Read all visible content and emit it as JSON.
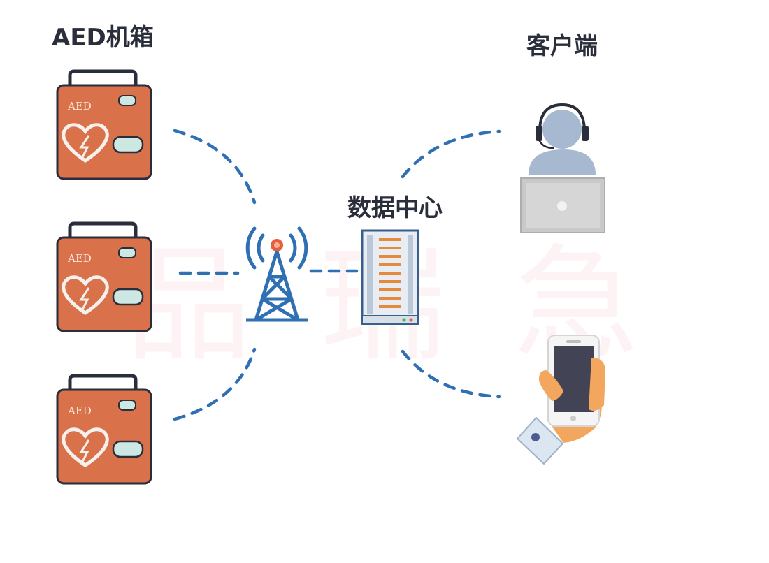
{
  "diagram": {
    "aed_heading": "AED机箱",
    "client_heading": "客户端",
    "data_center_label": "数据中心",
    "aed_box_text": "AED",
    "watermark": "品 瑞 急 救"
  },
  "icons": {
    "aed_box": "aed-box-icon",
    "tower": "signal-tower-icon",
    "server": "server-rack-icon",
    "operator": "operator-laptop-icon",
    "phone": "smartphone-hand-icon"
  },
  "colors": {
    "aed_orange": "#d9714a",
    "outline": "#2a2d3a",
    "link_blue": "#2f6fb3",
    "heading": "#2a2d3a"
  }
}
